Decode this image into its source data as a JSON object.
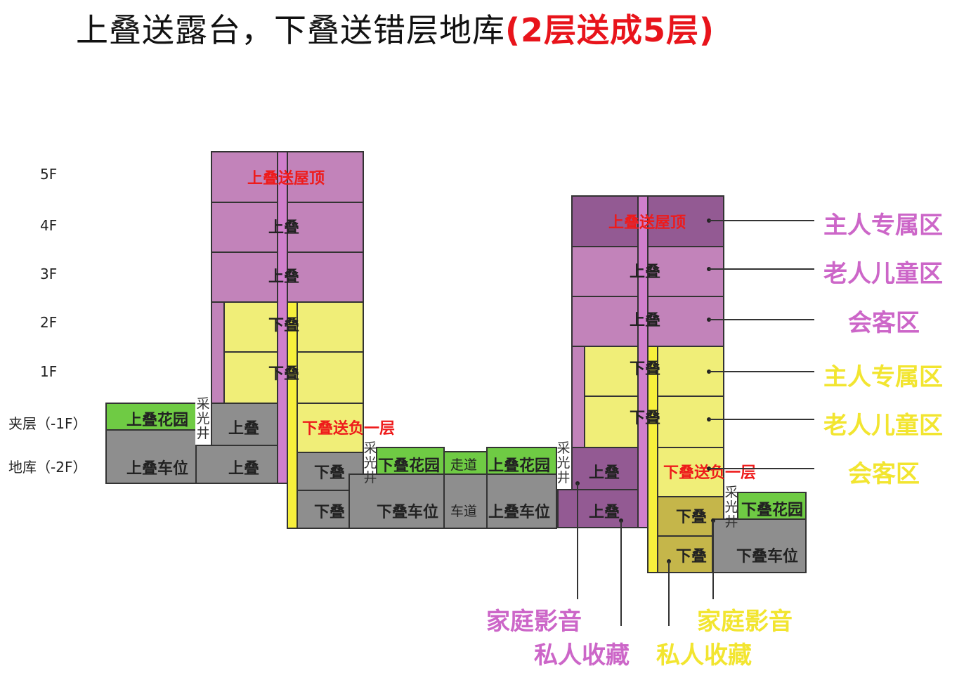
{
  "title": {
    "main": "上叠送露台，下叠送错层地库",
    "highlight": "(2层送成5层)"
  },
  "floor_labels": [
    "5F",
    "4F",
    "3F",
    "2F",
    "1F",
    "夹层（-1F）",
    "地库（-2F）"
  ],
  "left_building": {
    "roof_label": "上叠送屋顶",
    "upper_4f": "上叠",
    "upper_3f": "上叠",
    "lower_2f": "下叠",
    "lower_1f": "下叠",
    "upper_garden": "上叠花园",
    "skylight": "采光井",
    "upper_mezz": "上叠",
    "upper_parking": "上叠车位",
    "upper_basement": "上叠",
    "lower_gift": "下叠送负一层",
    "lower_mezz": "下叠",
    "lower_basement": "下叠",
    "skylight2": "采光井",
    "lower_garden": "下叠花园",
    "walkway": "走道",
    "upper_garden2": "上叠花园",
    "lower_parking": "下叠车位",
    "driveway": "车道",
    "upper_parking2": "上叠车位"
  },
  "right_building": {
    "roof_label": "上叠送屋顶",
    "upper_4f": "上叠",
    "upper_3f": "上叠",
    "lower_2f": "下叠",
    "lower_1f": "下叠",
    "skylight": "采光井",
    "upper_mezz": "上叠",
    "upper_basement": "上叠",
    "lower_gift": "下叠送负一层",
    "lower_mezz": "下叠",
    "lower_basement": "下叠",
    "skylight2": "采光井",
    "lower_garden": "下叠花园",
    "lower_parking": "下叠车位"
  },
  "legend_right": {
    "upper": [
      "主人专属区",
      "老人儿童区",
      "会客区"
    ],
    "lower": [
      "主人专属区",
      "老人儿童区",
      "会客区"
    ]
  },
  "legend_bottom": {
    "upper_av": "家庭影音",
    "upper_collection": "私人收藏",
    "lower_av": "家庭影音",
    "lower_collection": "私人收藏"
  },
  "colors": {
    "upper": "#c283ba",
    "upper_dark": "#935a93",
    "lower": "#f0ee78",
    "lower_dark": "#c5b64a",
    "garage": "#8e8e8e",
    "garden": "#6fcb44",
    "accent_red": "#e8141b",
    "legend_pink": "#cc66c8",
    "legend_yellow": "#f2e530"
  }
}
